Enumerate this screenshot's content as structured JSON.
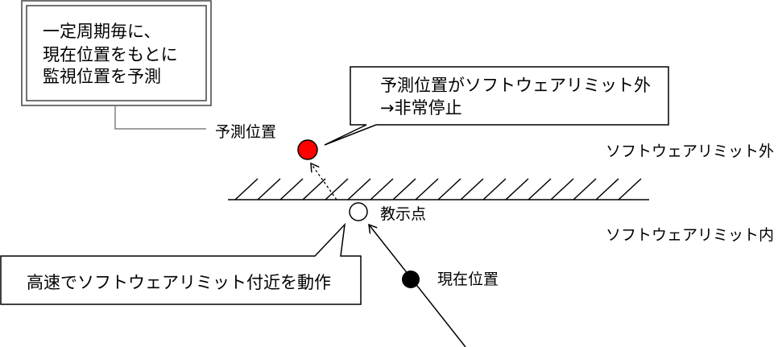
{
  "note_box": {
    "lines": [
      "一定周期毎に、",
      "現在位置をもとに",
      "監視位置を予測"
    ]
  },
  "predicted_label": "予測位置",
  "alert_callout": {
    "lines": [
      "予測位置がソフトウェアリミット外",
      "→非常停止"
    ]
  },
  "zone_labels": {
    "outside": "ソフトウェアリミット外",
    "inside": "ソフトウェアリミット内"
  },
  "teach_point_label": "教示点",
  "current_label": "現在位置",
  "motion_callout": "高速でソフトウェアリミット付近を動作",
  "colors": {
    "predicted_point": "#ff0000",
    "current_point": "#000000",
    "connector": "#808080"
  }
}
